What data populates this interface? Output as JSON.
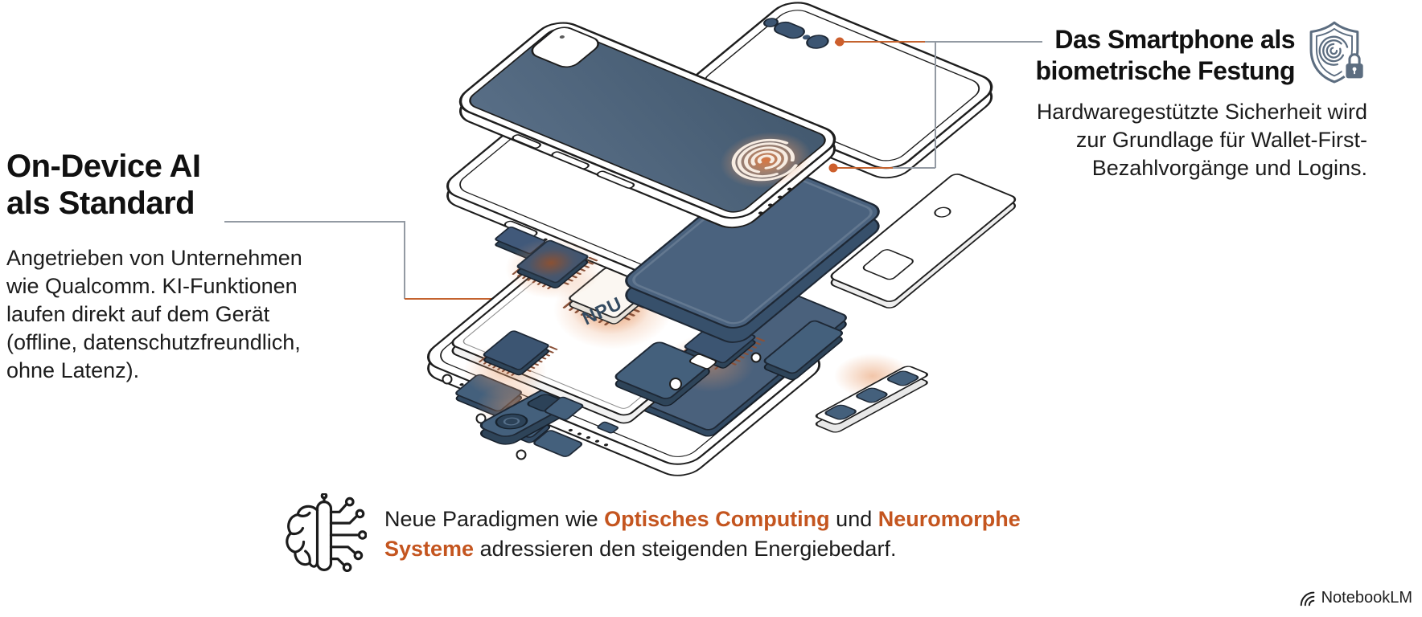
{
  "left_annotation": {
    "heading": [
      "On-Device AI",
      "als Standard"
    ],
    "body": [
      "Angetrieben von Unternehmen",
      "wie Qualcomm. KI-Funktionen",
      "laufen direkt auf dem Gerät",
      "(offline, datenschutzfreundlich,",
      "ohne Latenz)."
    ]
  },
  "right_annotation": {
    "heading": [
      "Das Smartphone als",
      "biometrische Festung"
    ],
    "body": [
      "Hardwaregestützte Sicherheit wird",
      "zur Grundlage für Wallet-First-",
      "Bezahlvorgänge und Logins."
    ],
    "icon": "shield-fingerprint-lock"
  },
  "bottom_annotation": {
    "icon": "brain-circuit",
    "prefix": "Neue Paradigmen wie ",
    "highlight_1": "Optisches Computing",
    "connector": " und ",
    "highlight_2": "Neuromorphe Systeme",
    "suffix": " adressieren den steigenden Energiebedarf."
  },
  "illustration": {
    "subject": "exploded smartphone with highlighted NPU, fingerprint sensor and camera components",
    "npu_label": "NPU"
  },
  "brand": {
    "name": "NotebookLM"
  },
  "colors": {
    "accent_orange": "#c4551f",
    "slate_screen": "#51677f",
    "slate_chip": "#3d5674",
    "battery": "#4a627e",
    "ink": "#1e1e1e",
    "leader_gray": "#939aa3",
    "shield_icon": "#5c6d80"
  }
}
